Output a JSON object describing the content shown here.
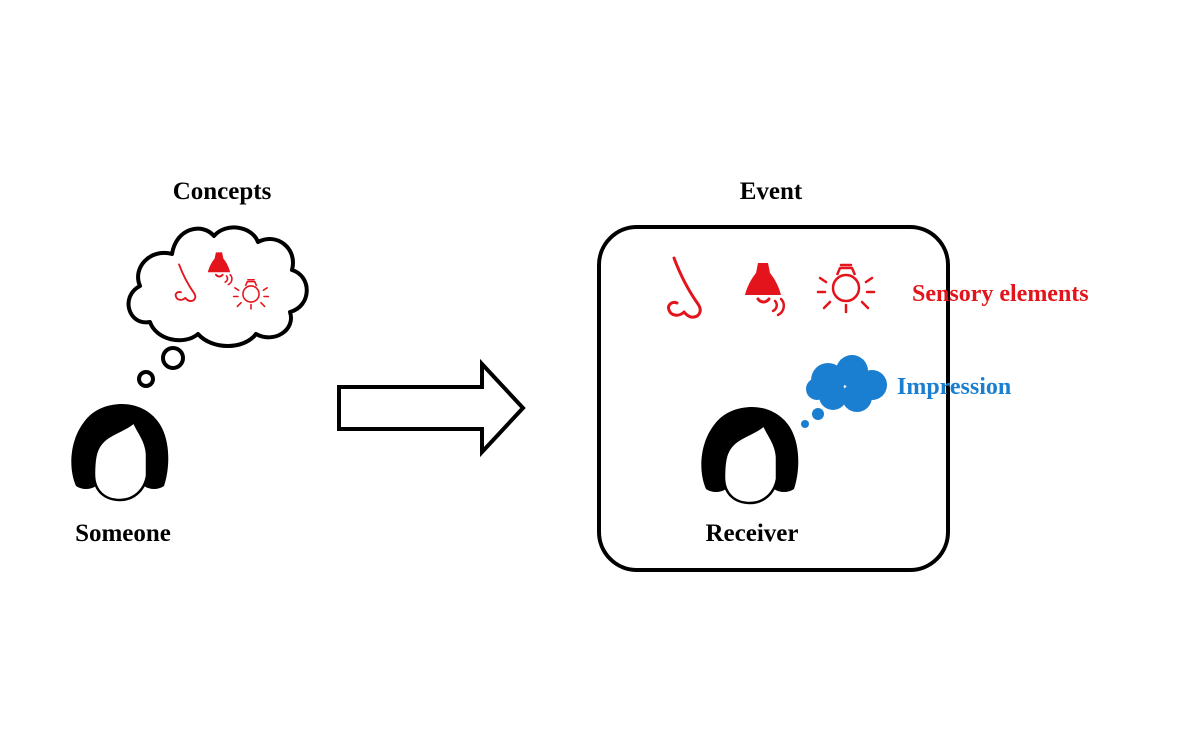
{
  "diagram": {
    "concepts_label": "Concepts",
    "event_label": "Event",
    "someone_label": "Someone",
    "receiver_label": "Receiver",
    "sensory_label": "Sensory elements",
    "impression_label": "Impression",
    "icons": [
      "nose-icon",
      "bell-icon",
      "lightbulb-icon"
    ],
    "colors": {
      "sensory": "#e3141b",
      "impression": "#1a7fd0",
      "ink": "#000000"
    }
  }
}
